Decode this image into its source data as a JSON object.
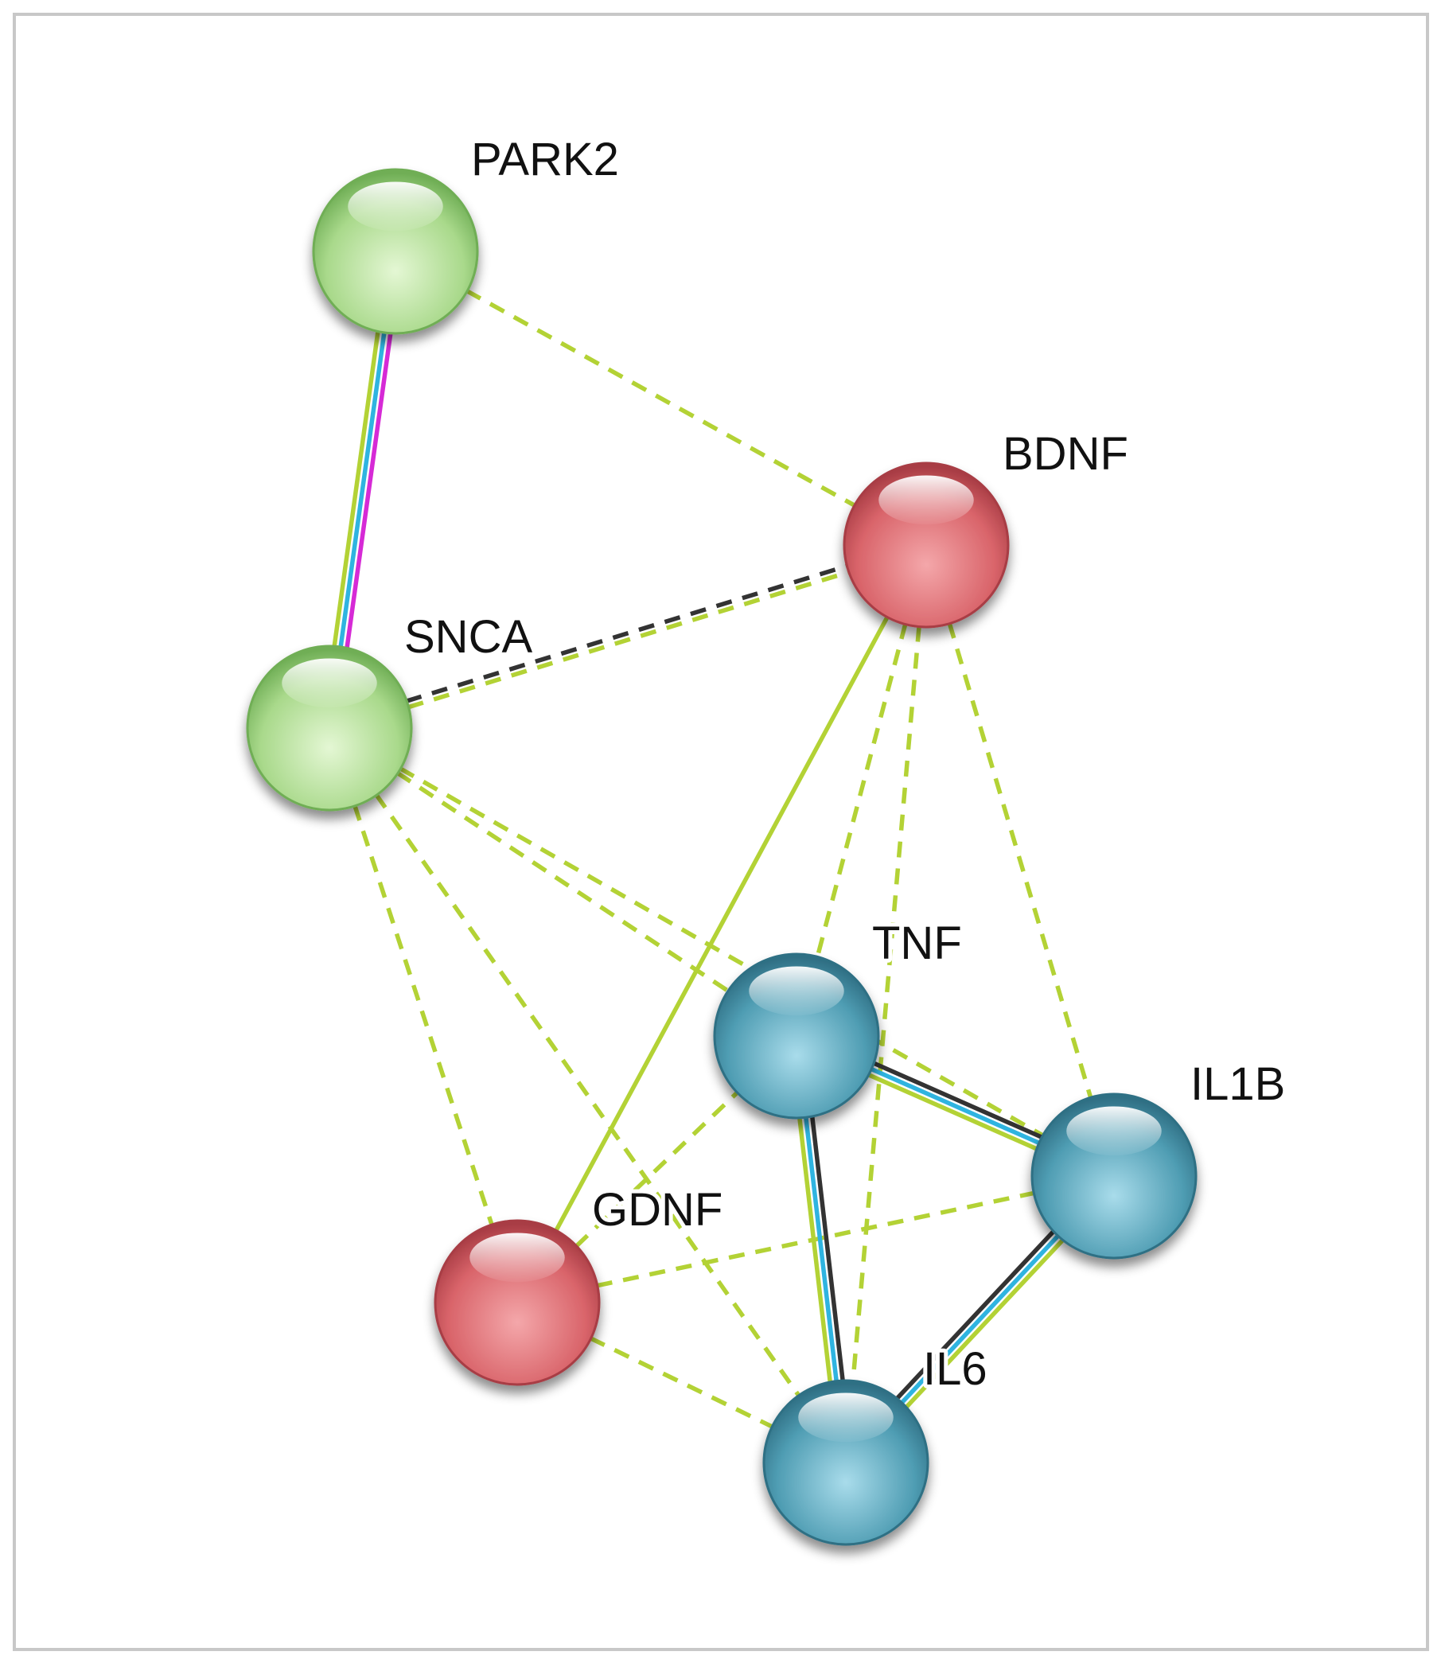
{
  "diagram": {
    "type": "protein-interaction-network",
    "colors": {
      "green_cluster": "#a9d98b",
      "red_cluster": "#d9646a",
      "blue_cluster": "#4f9db3",
      "textmining": "#b3d235",
      "coexpression": "#333333",
      "database": "#2fb4e0",
      "experiment": "#d62ad6"
    },
    "nodes": [
      {
        "id": "PARK2",
        "label": "PARK2",
        "cluster": "green"
      },
      {
        "id": "SNCA",
        "label": "SNCA",
        "cluster": "green"
      },
      {
        "id": "BDNF",
        "label": "BDNF",
        "cluster": "red"
      },
      {
        "id": "GDNF",
        "label": "GDNF",
        "cluster": "red"
      },
      {
        "id": "TNF",
        "label": "TNF",
        "cluster": "blue"
      },
      {
        "id": "IL1B",
        "label": "IL1B",
        "cluster": "blue"
      },
      {
        "id": "IL6",
        "label": "IL6",
        "cluster": "blue"
      }
    ],
    "edges": [
      {
        "source": "PARK2",
        "target": "SNCA",
        "channels": [
          "experiment",
          "database",
          "textmining"
        ],
        "style": "solid"
      },
      {
        "source": "PARK2",
        "target": "BDNF",
        "channels": [
          "textmining"
        ],
        "style": "dashed"
      },
      {
        "source": "SNCA",
        "target": "BDNF",
        "channels": [
          "coexpression",
          "textmining"
        ],
        "style": "dashed"
      },
      {
        "source": "SNCA",
        "target": "TNF",
        "channels": [
          "textmining"
        ],
        "style": "dashed"
      },
      {
        "source": "SNCA",
        "target": "IL1B",
        "channels": [
          "textmining"
        ],
        "style": "dashed"
      },
      {
        "source": "SNCA",
        "target": "GDNF",
        "channels": [
          "textmining"
        ],
        "style": "dashed"
      },
      {
        "source": "SNCA",
        "target": "IL6",
        "channels": [
          "textmining"
        ],
        "style": "dashed"
      },
      {
        "source": "BDNF",
        "target": "GDNF",
        "channels": [
          "textmining"
        ],
        "style": "solid"
      },
      {
        "source": "BDNF",
        "target": "TNF",
        "channels": [
          "textmining"
        ],
        "style": "dashed"
      },
      {
        "source": "BDNF",
        "target": "IL6",
        "channels": [
          "textmining"
        ],
        "style": "dashed"
      },
      {
        "source": "BDNF",
        "target": "IL1B",
        "channels": [
          "textmining"
        ],
        "style": "dashed"
      },
      {
        "source": "GDNF",
        "target": "TNF",
        "channels": [
          "textmining"
        ],
        "style": "dashed"
      },
      {
        "source": "GDNF",
        "target": "IL1B",
        "channels": [
          "textmining"
        ],
        "style": "dashed"
      },
      {
        "source": "GDNF",
        "target": "IL6",
        "channels": [
          "textmining"
        ],
        "style": "dashed"
      },
      {
        "source": "TNF",
        "target": "IL1B",
        "channels": [
          "coexpression",
          "database",
          "textmining"
        ],
        "style": "solid"
      },
      {
        "source": "TNF",
        "target": "IL6",
        "channels": [
          "coexpression",
          "database",
          "textmining"
        ],
        "style": "solid"
      },
      {
        "source": "IL1B",
        "target": "IL6",
        "channels": [
          "textmining",
          "database",
          "coexpression"
        ],
        "style": "solid"
      }
    ]
  }
}
